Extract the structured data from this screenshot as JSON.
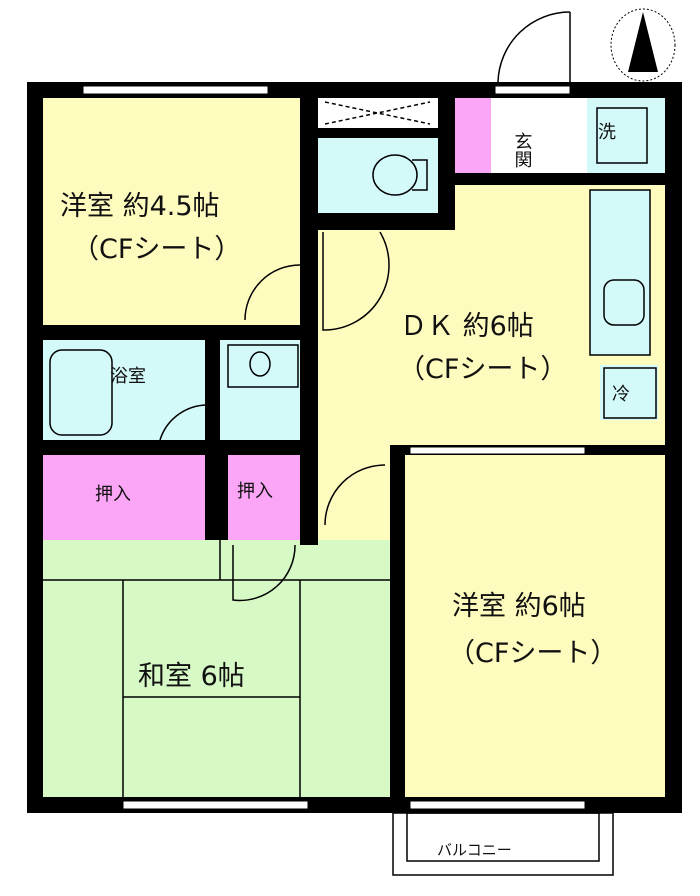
{
  "colors": {
    "western_room": "#fefbbe",
    "wet_area": "#d3f9f9",
    "closet": "#fba5f7",
    "japanese_room": "#d6f9c6",
    "wall": "#000000"
  },
  "rooms": {
    "western_45": {
      "line1": "洋室 約4.5帖",
      "line2": "（CFシート）"
    },
    "dk": {
      "line1": "ＤＫ 約6帖",
      "line2": "（CFシート）"
    },
    "western_6": {
      "line1": "洋室 約6帖",
      "line2": "（CFシート）"
    },
    "japanese": {
      "label": "和室 6帖"
    },
    "bath": {
      "label": "浴室"
    },
    "entrance": {
      "label": "玄関"
    },
    "washer": {
      "label": "洗"
    },
    "fridge": {
      "label": "冷"
    },
    "closet_large": {
      "label": "押入"
    },
    "closet_small": {
      "label": "押入"
    },
    "balcony": {
      "label": "バルコニー"
    }
  },
  "compass": {
    "icon": "north-arrow-icon"
  }
}
